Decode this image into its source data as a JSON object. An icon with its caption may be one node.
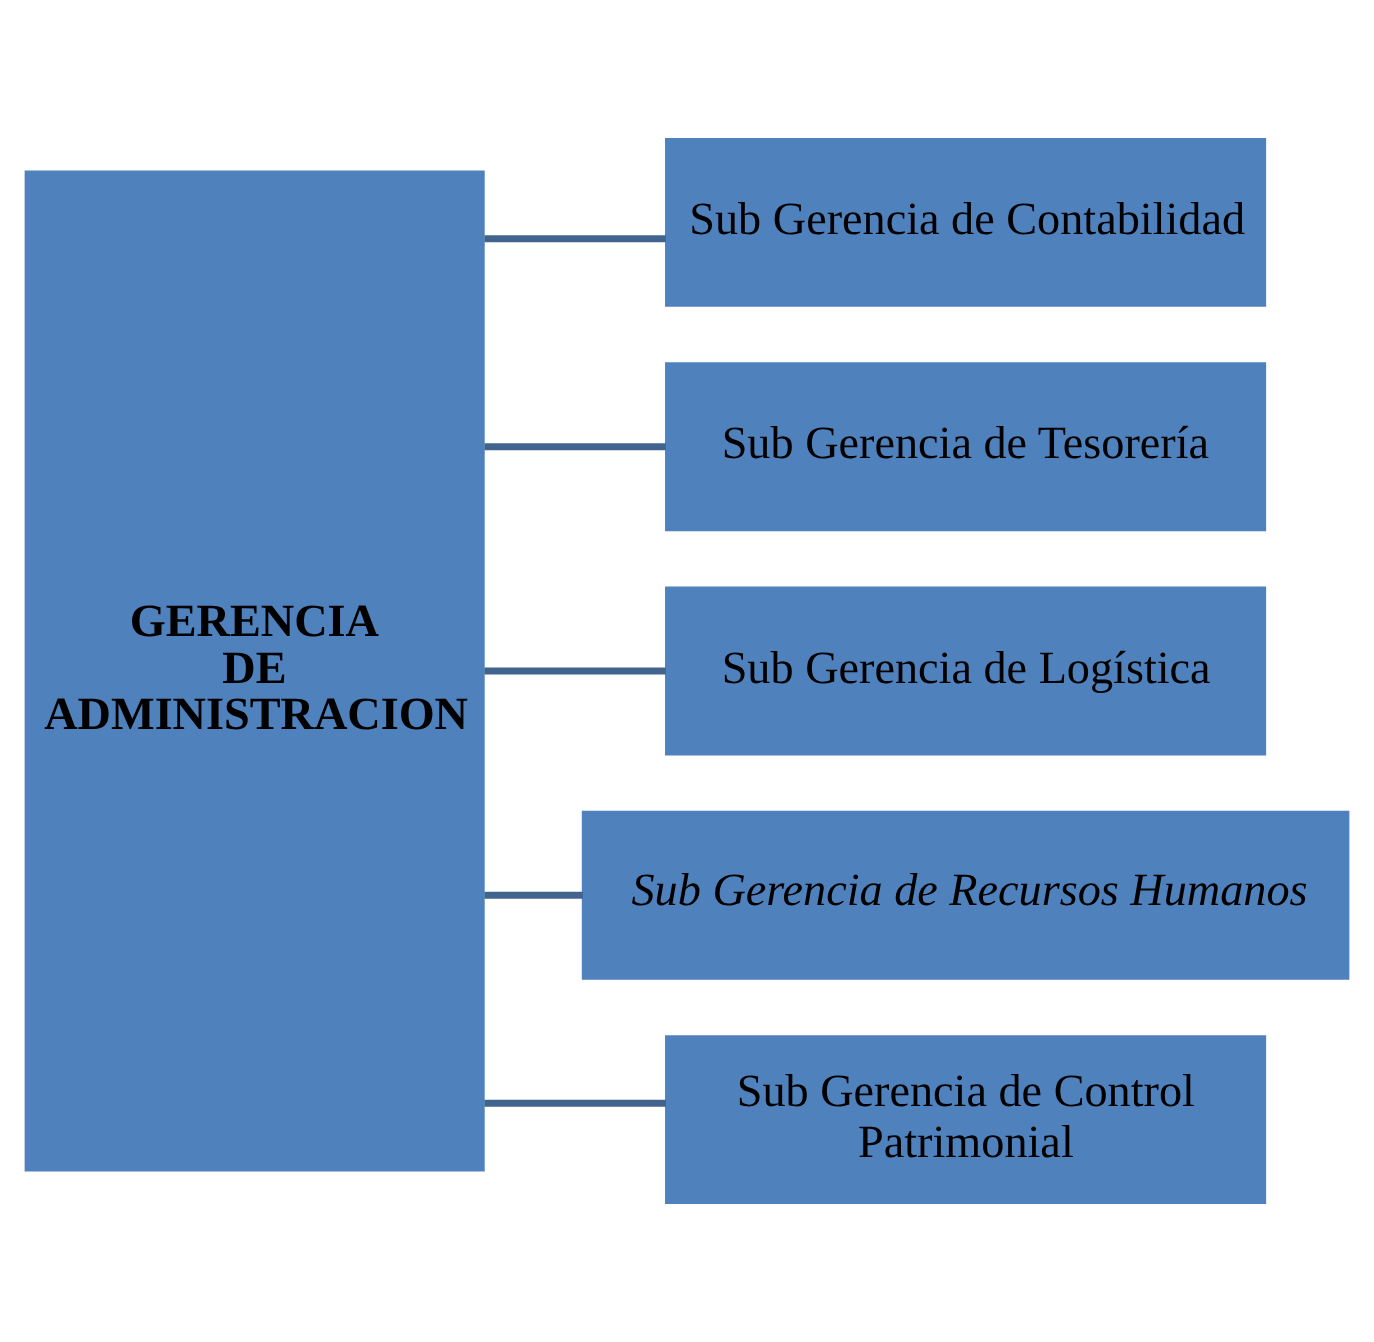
{
  "diagram": {
    "nodes": [
      {
        "text": [
          "GERENCIA DE ADMINISTRACION"
        ]
      },
      {
        "text": [
          "Sub Gerencia de Contabilidad"
        ]
      },
      {
        "text": [
          "Sub Gerencia de Tesorería"
        ]
      },
      {
        "text": [
          "Sub Gerencia de Logística"
        ]
      },
      {
        "text": [
          "Sub Gerencia de Recursos Humanos"
        ]
      },
      {
        "text": [
          "Sub Gerencia de Control Patrimonial"
        ]
      }
    ],
    "edges": [
      {
        "from": 0,
        "to": 1,
        "arrow": "none"
      },
      {
        "from": 0,
        "to": 2,
        "arrow": "none"
      },
      {
        "from": 0,
        "to": 3,
        "arrow": "none"
      },
      {
        "from": 0,
        "to": 4,
        "arrow": "none"
      },
      {
        "from": 0,
        "to": 5,
        "arrow": "none"
      }
    ]
  }
}
